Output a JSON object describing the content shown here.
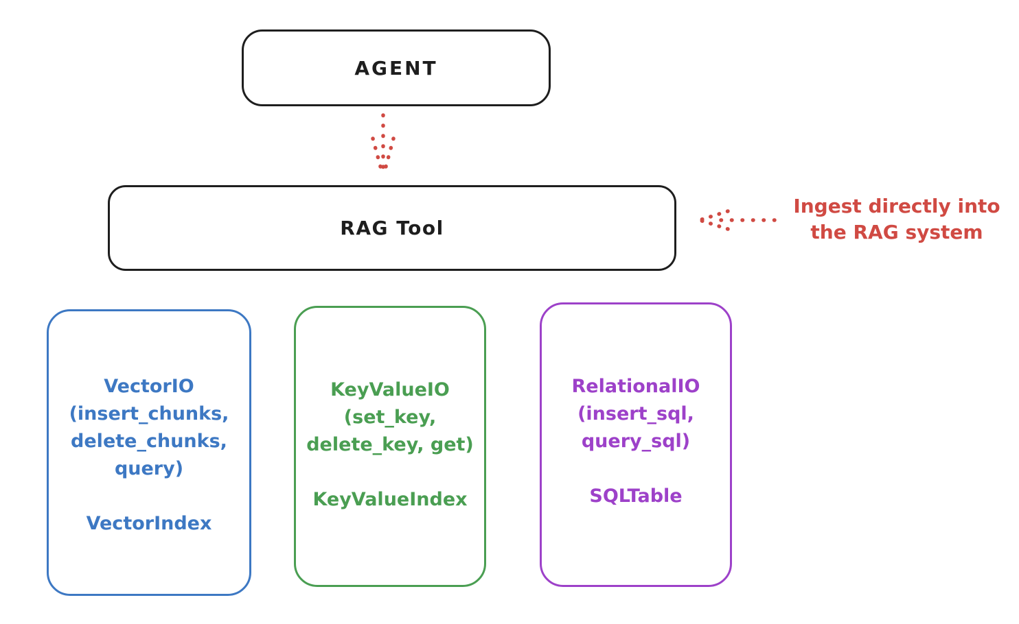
{
  "agent_box": {
    "label": "AGENT",
    "border_color": "#1e1e1e"
  },
  "rag_tool_box": {
    "label": "RAG Tool",
    "border_color": "#1e1e1e"
  },
  "agent_to_rag_arrow": {
    "style": "dotted",
    "direction": "down",
    "color": "#d04a43"
  },
  "annotation": {
    "text_line1": "Ingest directly into",
    "text_line2": "the RAG system",
    "arrow_style": "dotted",
    "arrow_direction": "left",
    "color": "#d04a43"
  },
  "io_boxes": [
    {
      "title_lines": [
        "VectorIO",
        "(insert_chunks,",
        "delete_chunks,",
        "query)"
      ],
      "index_label": "VectorIndex",
      "color": "#3d78c3"
    },
    {
      "title_lines": [
        "KeyValueIO",
        "(set_key,",
        "delete_key, get)"
      ],
      "index_label": "KeyValueIndex",
      "color": "#4a9e52"
    },
    {
      "title_lines": [
        "RelationalIO",
        "(insert_sql,",
        "query_sql)"
      ],
      "index_label": "SQLTable",
      "color": "#9d41c9"
    }
  ]
}
